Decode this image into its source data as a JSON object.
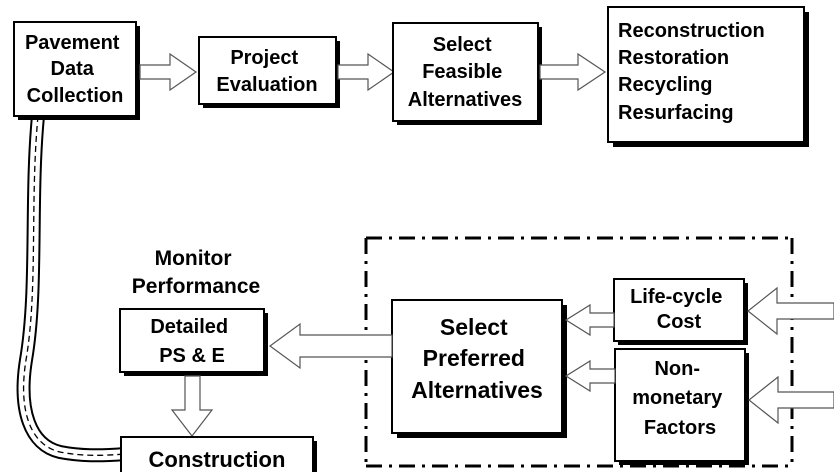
{
  "diagram": {
    "pavement_data_collection": [
      "Pavement",
      "Data",
      "Collection"
    ],
    "project_evaluation": [
      "Project",
      "Evaluation"
    ],
    "select_feasible_alternatives": [
      "Select",
      "Feasible",
      "Alternatives"
    ],
    "options": [
      "Reconstruction",
      "Restoration",
      "Recycling",
      "Resurfacing"
    ],
    "monitor_performance": [
      "Monitor",
      "Performance"
    ],
    "detailed_ps_e": [
      "Detailed",
      "PS & E"
    ],
    "construction": [
      "Construction"
    ],
    "select_preferred_alternatives": [
      "Select",
      "Preferred",
      "Alternatives"
    ],
    "life_cycle_cost": [
      "Life-cycle",
      "Cost"
    ],
    "non_monetary_factors": [
      "Non-",
      "monetary",
      "Factors"
    ]
  },
  "colors": {
    "stroke": "#000000",
    "arrow_outline": "#555555",
    "background": "#ffffff"
  }
}
